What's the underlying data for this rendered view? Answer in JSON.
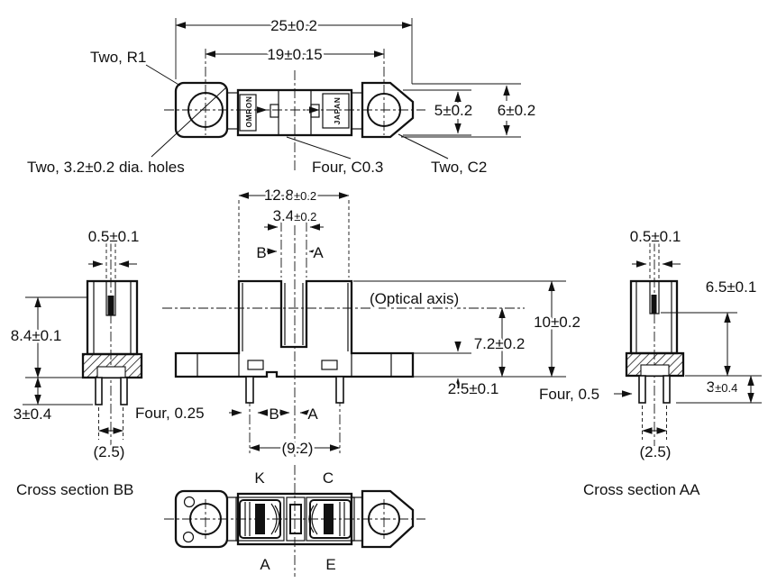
{
  "drawing": {
    "top_view": {
      "dim_overall_length": "25±0.2",
      "dim_hole_pitch": "19±0.15",
      "dim_body_width": "5±0.2",
      "dim_overall_width": "6±0.2",
      "label_corner_radius": "Two, R1",
      "label_mounting_holes": "Two, 3.2±0.2 dia. holes",
      "label_chamfer_c03": "Four, C0.3",
      "label_chamfer_c2": "Two, C2",
      "marking_left": "OMRON",
      "marking_right": "JAPAN"
    },
    "front_view": {
      "dim_body_width": {
        "value": "12.8",
        "tol": "±0.2"
      },
      "dim_slot_width": {
        "value": "3.4",
        "tol": "±0.2"
      },
      "section_b": "B",
      "section_a": "A",
      "label_optical_axis": "(Optical axis)",
      "dim_total_height": "10±0.2",
      "dim_optical_axis_height": "7.2±0.2",
      "dim_flange_thickness": "2.5±0.1",
      "label_pin_thickness": "Four, 0.25",
      "dim_pin_row_span": "(9.2)"
    },
    "section_bb": {
      "caption": "Cross section BB",
      "dim_slit_width": "0.5±0.1",
      "dim_case_height": "8.4±0.1",
      "dim_pin_length": "3±0.4",
      "dim_pin_pitch": "(2.5)"
    },
    "section_aa": {
      "caption": "Cross section AA",
      "dim_slit_width": "0.5±0.1",
      "dim_slit_depth": "6.5±0.1",
      "dim_pin_length": {
        "value": "3",
        "tol": "±0.4"
      },
      "dim_pin_pitch": "(2.5)",
      "label_pin_width": "Four, 0.5"
    },
    "bottom_view": {
      "terminal_k": "K",
      "terminal_c": "C",
      "terminal_a": "A",
      "terminal_e": "E"
    }
  }
}
